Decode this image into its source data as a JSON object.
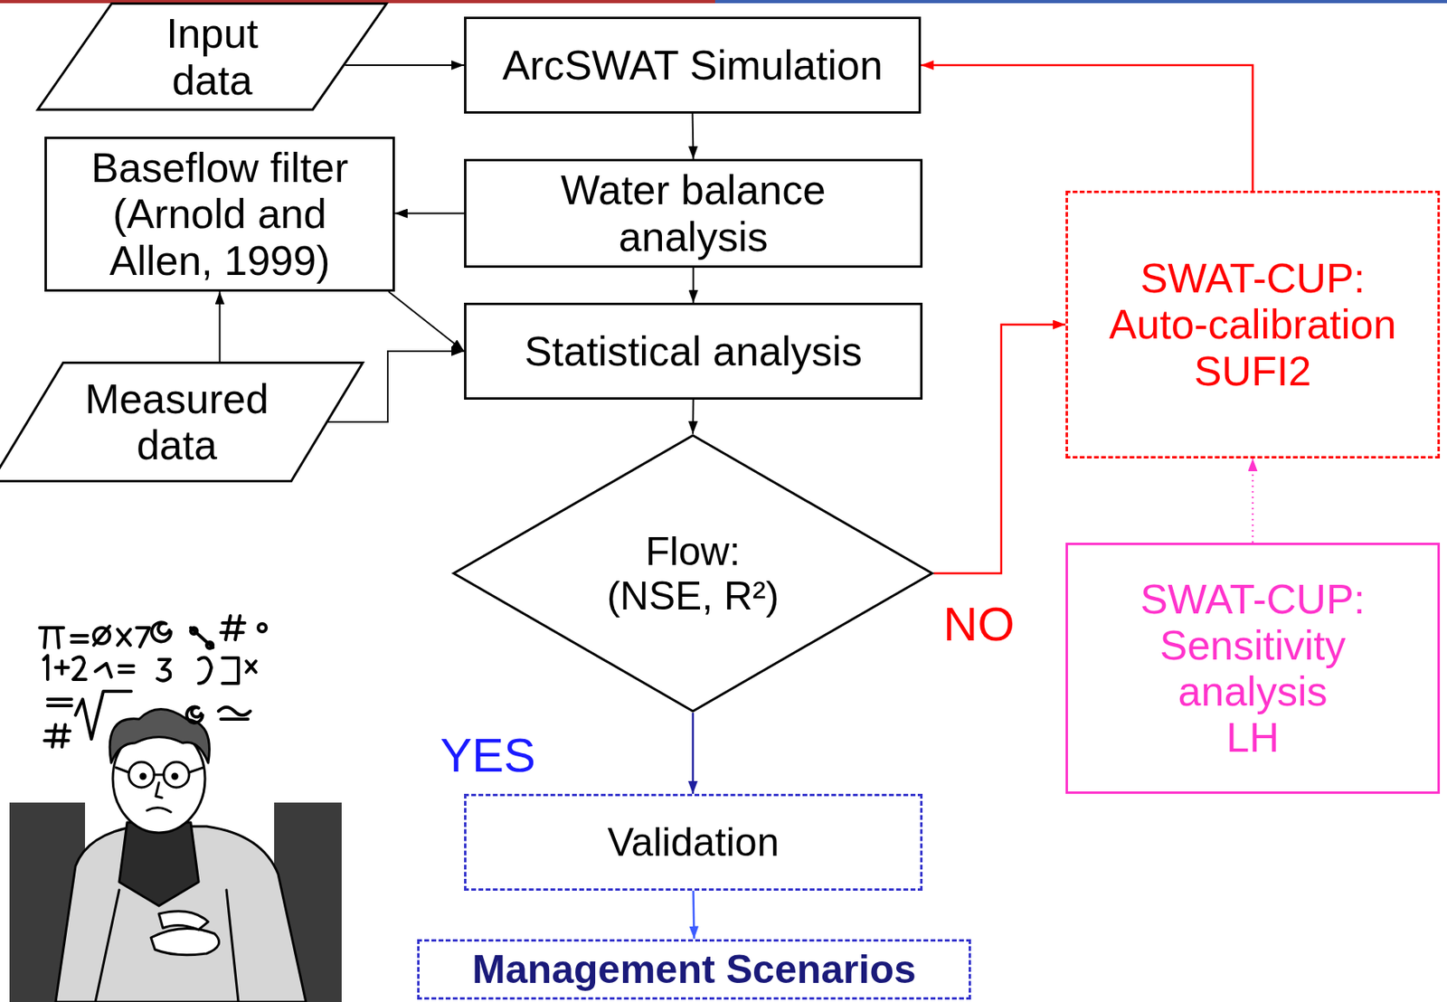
{
  "diagram": {
    "nodes": [
      {
        "text": [
          "Input data"
        ]
      },
      {
        "text": [
          "ArcSWAT Simulation"
        ]
      },
      {
        "text": [
          "Baseflow filter (Arnold and Allen, 1999)"
        ]
      },
      {
        "text": [
          "Water balance analysis"
        ]
      },
      {
        "text": [
          "SWAT-CUP: Auto-calibration SUFI2"
        ]
      },
      {
        "text": [
          "Statistical analysis"
        ]
      },
      {
        "text": [
          "Measured data"
        ]
      },
      {
        "text": [
          "Flow: (NSE, R²)"
        ]
      },
      {
        "text": [
          "SWAT-CUP: Sensitivity analysis LH"
        ]
      },
      {
        "text": [
          "Validation"
        ]
      },
      {
        "text": [
          "Management Scenarios"
        ]
      }
    ],
    "edges": [
      {
        "from": 0,
        "to": 1,
        "arrow": "to"
      },
      {
        "from": 1,
        "to": 3,
        "arrow": "to"
      },
      {
        "from": 3,
        "to": 2,
        "arrow": "to"
      },
      {
        "from": 3,
        "to": 5,
        "arrow": "to"
      },
      {
        "from": 2,
        "to": 5,
        "arrow": "to"
      },
      {
        "from": 6,
        "to": 2,
        "arrow": "to"
      },
      {
        "from": 6,
        "to": 5,
        "arrow": "to"
      },
      {
        "from": 5,
        "to": 7,
        "arrow": "to"
      },
      {
        "from": 7,
        "to": 4,
        "label": "NO",
        "arrow": "to"
      },
      {
        "from": 4,
        "to": 1,
        "arrow": "to"
      },
      {
        "from": 8,
        "to": 4,
        "arrow": "to"
      },
      {
        "from": 7,
        "to": 9,
        "label": "YES",
        "arrow": "to"
      },
      {
        "from": 9,
        "to": 10,
        "arrow": "to"
      }
    ]
  }
}
